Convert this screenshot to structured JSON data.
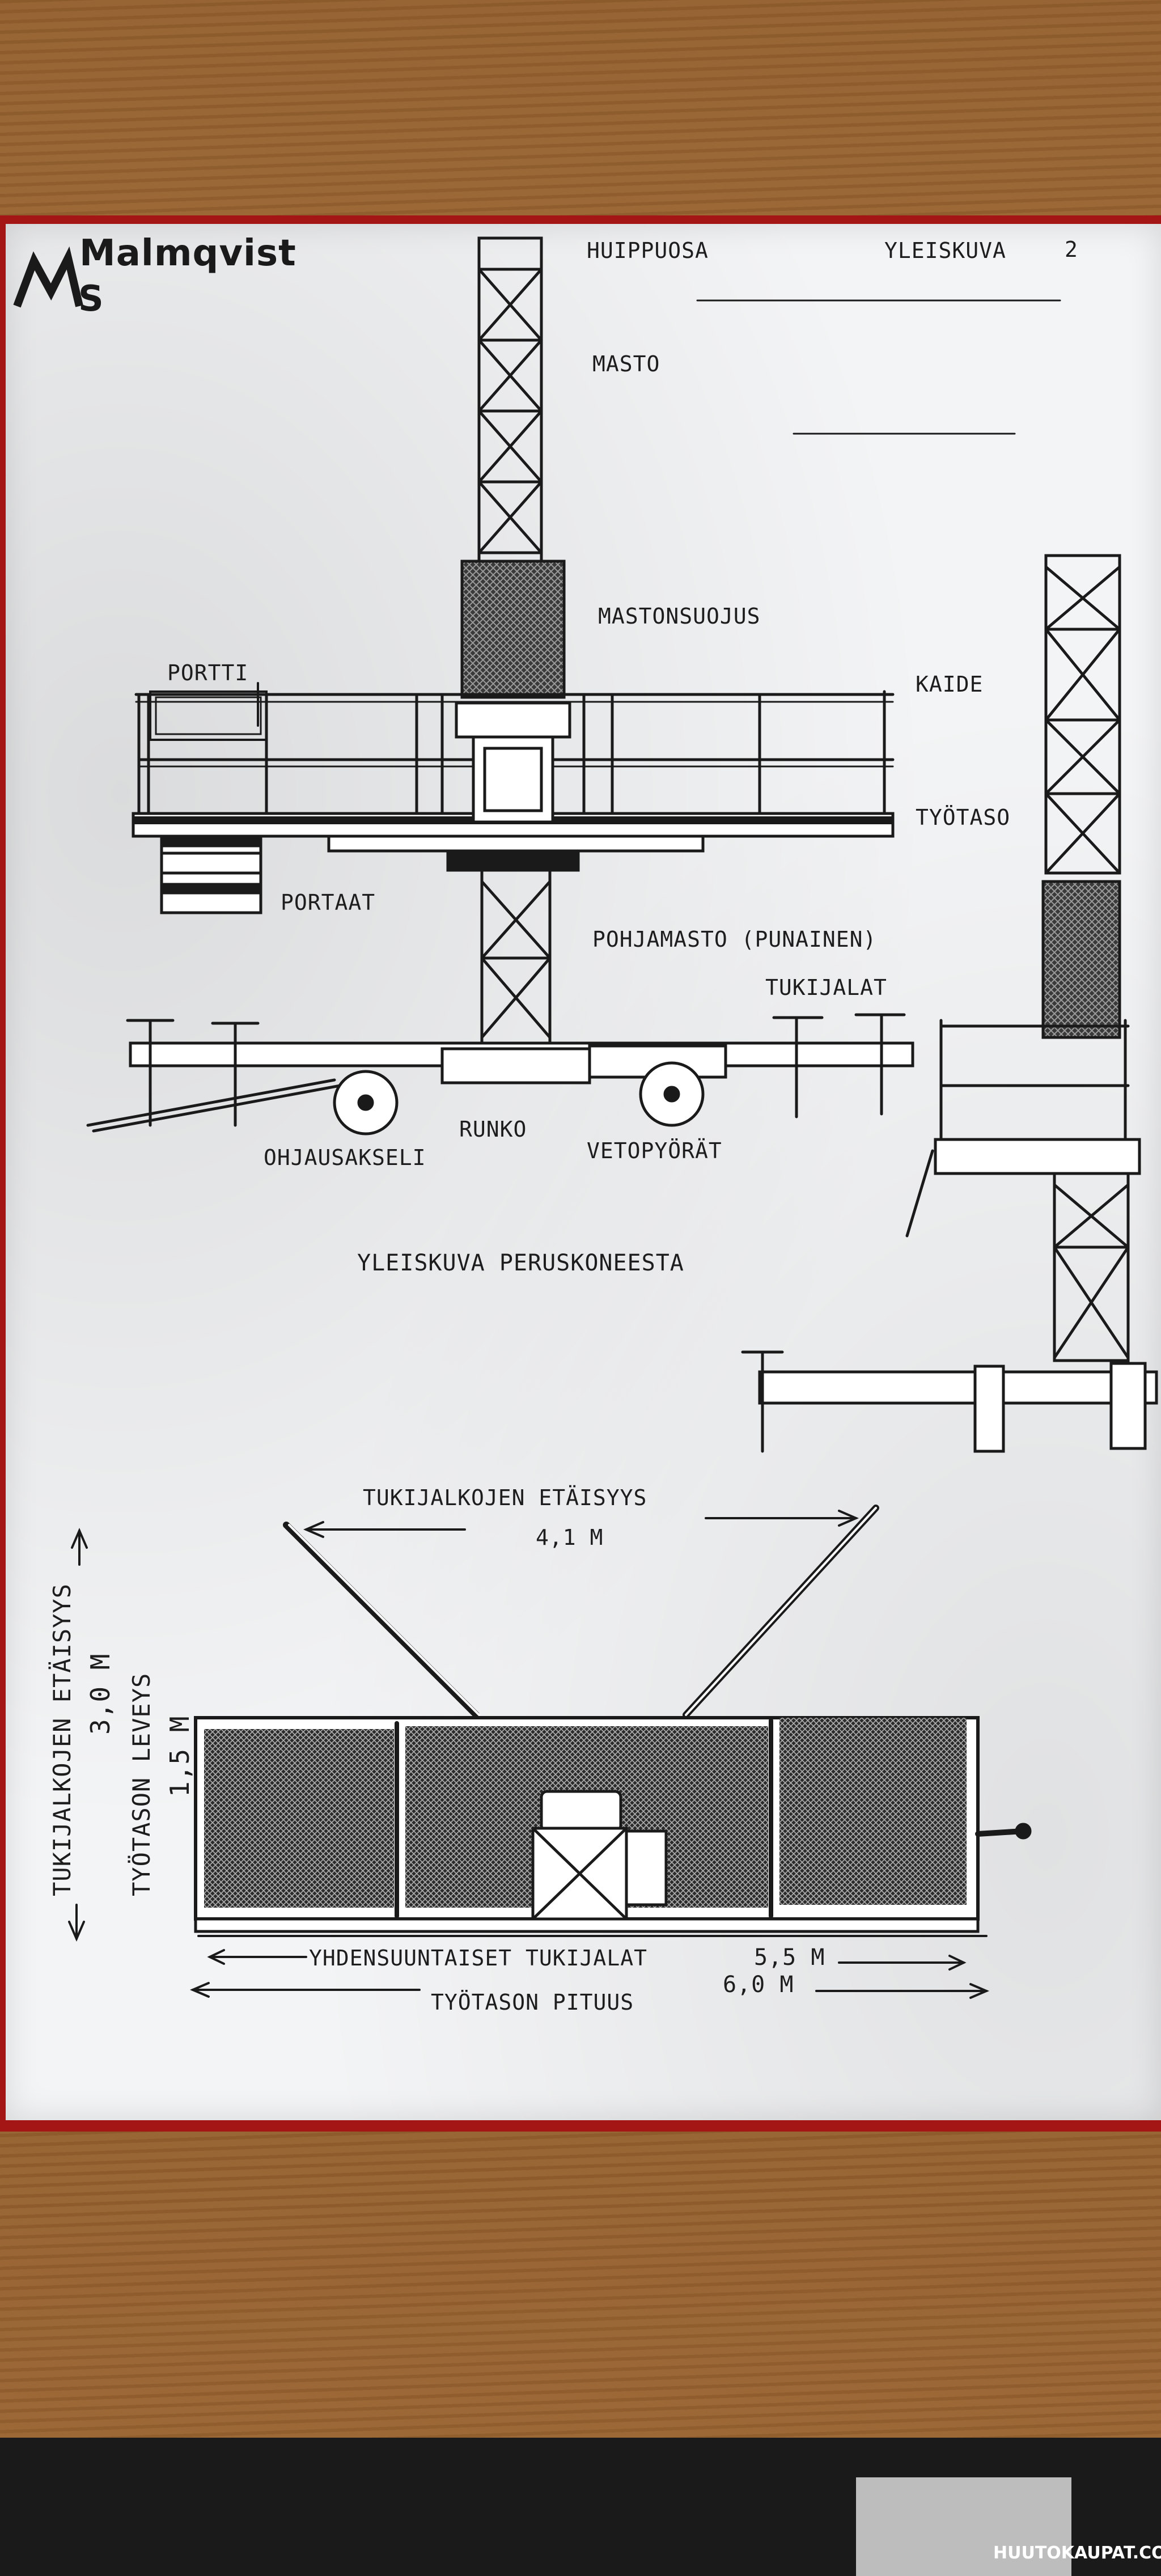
{
  "header": {
    "brand": "Malmqvist",
    "section": "HUIPPUOSA",
    "view": "YLEISKUVA",
    "page_number": "2"
  },
  "labels": {
    "masto": "MASTO",
    "mastonsuojus": "MASTONSUOJUS",
    "portti": "PORTTI",
    "kaide": "KAIDE",
    "tyotaso": "TYÖTASO",
    "portaat": "PORTAAT",
    "pohjamasto": "POHJAMASTO (PUNAINEN)",
    "tukijalat": "TUKIJALAT",
    "runko": "RUNKO",
    "ohjausakseli": "OHJAUSAKSELI",
    "vetopyorat": "VETOPYÖRÄT",
    "caption": "YLEISKUVA PERUSKONEESTA"
  },
  "dimensions": {
    "tukijalkojen_etaisyys_label": "TUKIJALKOJEN ETÄISYYS",
    "tukijalkojen_etaisyys_value": "4,1 M",
    "tukijalkojen_etaisyys_side_label": "TUKIJALKOJEN ETÄISYYS",
    "tukijalkojen_etaisyys_side_value": "3,0 M",
    "tyotason_leveys_label": "TYÖTASON LEVEYS",
    "tyotason_leveys_value": "1,5 M",
    "yhdensuuntaiset_label": "YHDENSUUNTAISET TUKIJALAT",
    "yhdensuuntaiset_value": "5,5 M",
    "tyotason_pituus_label": "TYÖTASON PITUUS",
    "tyotason_pituus_value": "6,0 M"
  },
  "watermark": "HUUTOKAUPAT.COM"
}
